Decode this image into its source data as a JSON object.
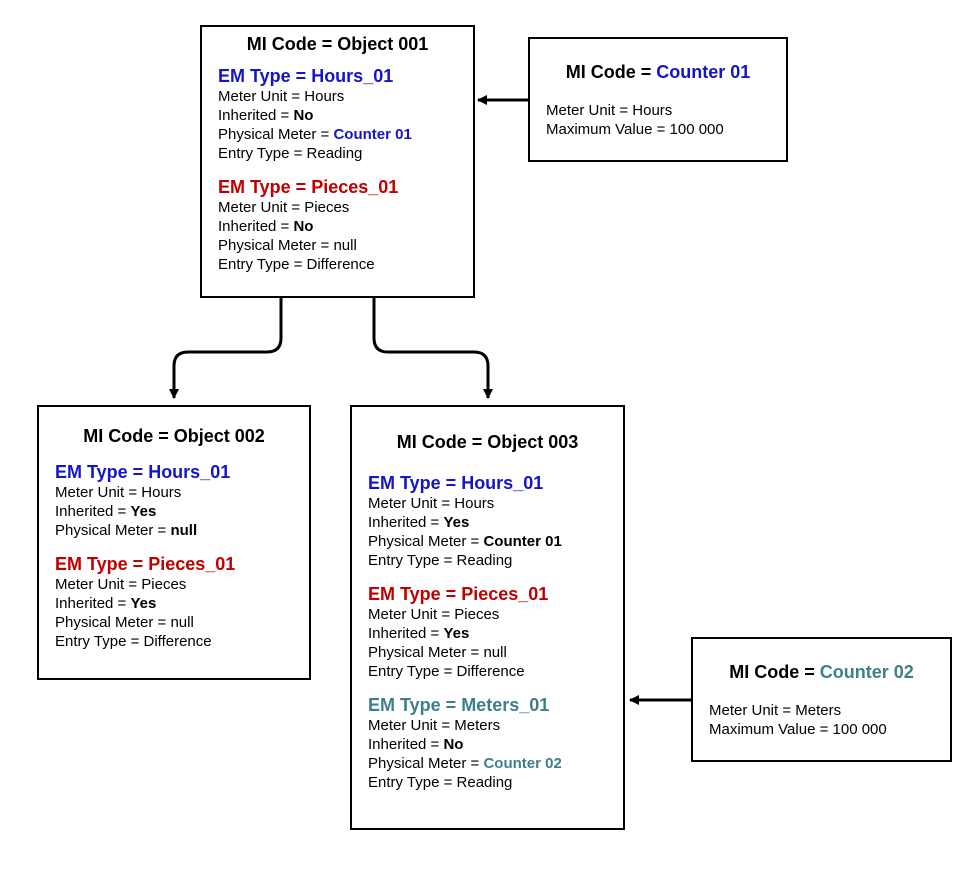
{
  "colors": {
    "hours": "#1414c8",
    "pieces": "#c00000",
    "meters": "#3f7f89",
    "stroke": "#000000"
  },
  "obj001": {
    "title": "MI Code = Object 001",
    "hours": {
      "head": "EM Type = Hours_01",
      "unit": "Meter Unit = Hours",
      "inh_label": "Inherited = ",
      "inh_value": "No",
      "phys_label": "Physical Meter = ",
      "phys_value": "Counter 01",
      "entry": "Entry Type = Reading"
    },
    "pieces": {
      "head": "EM Type = Pieces_01",
      "unit": "Meter Unit = Pieces",
      "inh_label": "Inherited = ",
      "inh_value": "No",
      "phys": "Physical Meter = null",
      "entry": "Entry Type = Difference"
    }
  },
  "counter01": {
    "title_prefix": "MI Code = ",
    "title_value": "Counter 01",
    "unit": "Meter Unit = Hours",
    "max": "Maximum Value = 100 000"
  },
  "obj002": {
    "title": "MI Code = Object 002",
    "hours": {
      "head": "EM Type = Hours_01",
      "unit": "Meter Unit = Hours",
      "inh_label": "Inherited = ",
      "inh_value": "Yes",
      "phys_label": "Physical Meter = ",
      "phys_value": "null"
    },
    "pieces": {
      "head": "EM Type = Pieces_01",
      "unit": "Meter Unit = Pieces",
      "inh_label": "Inherited = ",
      "inh_value": "Yes",
      "phys": "Physical Meter = null",
      "entry": "Entry Type = Difference"
    }
  },
  "obj003": {
    "title": "MI Code = Object 003",
    "hours": {
      "head": "EM Type = Hours_01",
      "unit": "Meter Unit = Hours",
      "inh_label": "Inherited = ",
      "inh_value": "Yes",
      "phys_label": "Physical Meter = ",
      "phys_value": "Counter 01",
      "entry": "Entry Type = Reading"
    },
    "pieces": {
      "head": "EM Type = Pieces_01",
      "unit": "Meter Unit = Pieces",
      "inh_label": "Inherited = ",
      "inh_value": "Yes",
      "phys": "Physical Meter = null",
      "entry": "Entry Type = Difference"
    },
    "meters": {
      "head": "EM Type = Meters_01",
      "unit": "Meter Unit = Meters",
      "inh_label": "Inherited = ",
      "inh_value": "No",
      "phys_label": "Physical Meter = ",
      "phys_value": "Counter 02",
      "entry": "Entry Type = Reading"
    }
  },
  "counter02": {
    "title_prefix": "MI Code = ",
    "title_value": "Counter 02",
    "unit": "Meter Unit = Meters",
    "max": "Maximum Value = 100 000"
  }
}
